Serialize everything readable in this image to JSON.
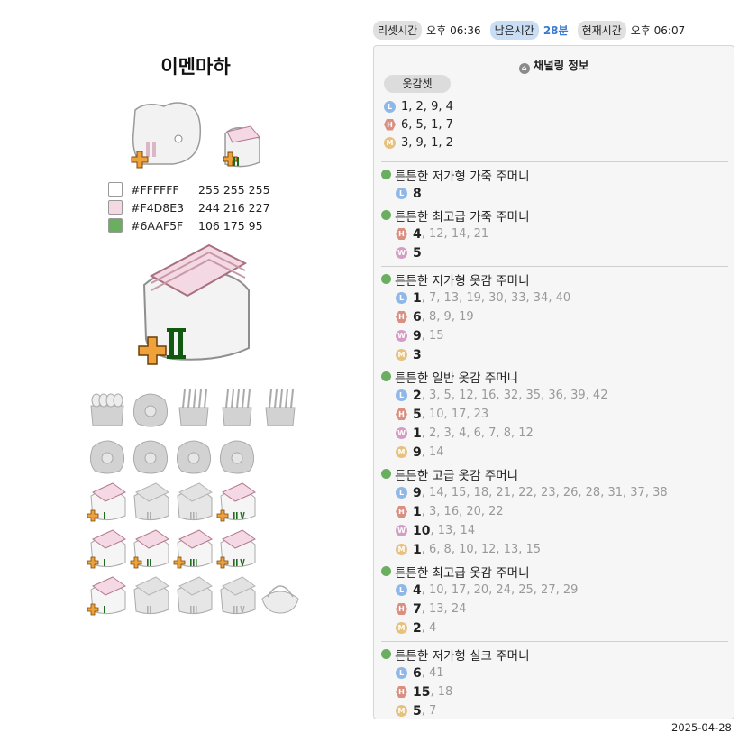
{
  "page": {
    "title": "이멘마하",
    "date": "2025-04-28"
  },
  "colors": {
    "accent_blue": "#3a7ad0",
    "dot_green": "#6aaf5f"
  },
  "swatches": [
    {
      "hex": "#FFFFFF",
      "rgb": "255 255 255"
    },
    {
      "hex": "#F4D8E3",
      "rgb": "244 216 227"
    },
    {
      "hex": "#6AAF5F",
      "rgb": "106 175 95"
    }
  ],
  "topbar": {
    "reset_label": "리셋시간",
    "reset_value": "오후 06:36",
    "remain_label": "남은시간",
    "remain_value": "28분",
    "current_label": "현재시간",
    "current_value": "오후 06:07"
  },
  "panel": {
    "heading": "채널링 정보",
    "set_label": "옷감셋",
    "set_lines": [
      {
        "badge": "L",
        "text": "1, 2, 9, 4"
      },
      {
        "badge": "H",
        "text": "6, 5, 1, 7"
      },
      {
        "badge": "M",
        "text": "3, 9, 1, 2"
      }
    ],
    "groups": [
      [
        {
          "name": "튼튼한 저가형 가죽 주머니",
          "lines": [
            {
              "badge": "L",
              "first": "8",
              "rest": ""
            }
          ]
        },
        {
          "name": "튼튼한 최고급 가죽 주머니",
          "lines": [
            {
              "badge": "H",
              "first": "4",
              "rest": ", 12, 14, 21"
            },
            {
              "badge": "W",
              "first": "5",
              "rest": ""
            }
          ]
        }
      ],
      [
        {
          "name": "튼튼한 저가형 옷감 주머니",
          "lines": [
            {
              "badge": "L",
              "first": "1",
              "rest": ", 7, 13, 19, 30, 33, 34, 40"
            },
            {
              "badge": "H",
              "first": "6",
              "rest": ", 8, 9, 19"
            },
            {
              "badge": "W",
              "first": "9",
              "rest": ", 15"
            },
            {
              "badge": "M",
              "first": "3",
              "rest": ""
            }
          ]
        },
        {
          "name": "튼튼한 일반 옷감 주머니",
          "lines": [
            {
              "badge": "L",
              "first": "2",
              "rest": ", 3, 5, 12, 16, 32, 35, 36, 39, 42"
            },
            {
              "badge": "H",
              "first": "5",
              "rest": ", 10, 17, 23"
            },
            {
              "badge": "W",
              "first": "1",
              "rest": ", 2, 3, 4, 6, 7, 8, 12"
            },
            {
              "badge": "M",
              "first": "9",
              "rest": ", 14"
            }
          ]
        },
        {
          "name": "튼튼한 고급 옷감 주머니",
          "lines": [
            {
              "badge": "L",
              "first": "9",
              "rest": ", 14, 15, 18, 21, 22, 23, 26, 28, 31, 37, 38"
            },
            {
              "badge": "H",
              "first": "1",
              "rest": ", 3, 16, 20, 22"
            },
            {
              "badge": "W",
              "first": "10",
              "rest": ", 13, 14"
            },
            {
              "badge": "M",
              "first": "1",
              "rest": ", 6, 8, 10, 12, 13, 15"
            }
          ]
        },
        {
          "name": "튼튼한 최고급 옷감 주머니",
          "lines": [
            {
              "badge": "L",
              "first": "4",
              "rest": ", 10, 17, 20, 24, 25, 27, 29"
            },
            {
              "badge": "H",
              "first": "7",
              "rest": ", 13, 24"
            },
            {
              "badge": "M",
              "first": "2",
              "rest": ", 4"
            }
          ]
        }
      ],
      [
        {
          "name": "튼튼한 저가형 실크 주머니",
          "lines": [
            {
              "badge": "L",
              "first": "6",
              "rest": ", 41"
            },
            {
              "badge": "H",
              "first": "15",
              "rest": ", 18"
            },
            {
              "badge": "M",
              "first": "5",
              "rest": ", 7"
            }
          ]
        }
      ]
    ]
  },
  "grid": {
    "rows": [
      [
        "egg",
        "bag",
        "leaf",
        "leaf",
        "wheat"
      ],
      [
        "bag",
        "bag",
        "bag",
        "bag"
      ],
      [
        "pouch-I",
        "pouch-II",
        "pouch-III",
        "pouch-IV"
      ],
      [
        "pouch-I",
        "pouch-II",
        "pouch-III",
        "pouch-IV"
      ],
      [
        "pouch-I",
        "pouch-II",
        "pouch-III",
        "pouch-IV",
        "basket"
      ]
    ],
    "active": [
      [
        false,
        false,
        false,
        false,
        false
      ],
      [
        false,
        false,
        false,
        false
      ],
      [
        true,
        false,
        false,
        true
      ],
      [
        true,
        true,
        true,
        true
      ],
      [
        true,
        false,
        false,
        false,
        false
      ]
    ],
    "tiers": [
      "I",
      "II",
      "III",
      "IV"
    ]
  },
  "big_icon": {
    "tier": "II"
  }
}
